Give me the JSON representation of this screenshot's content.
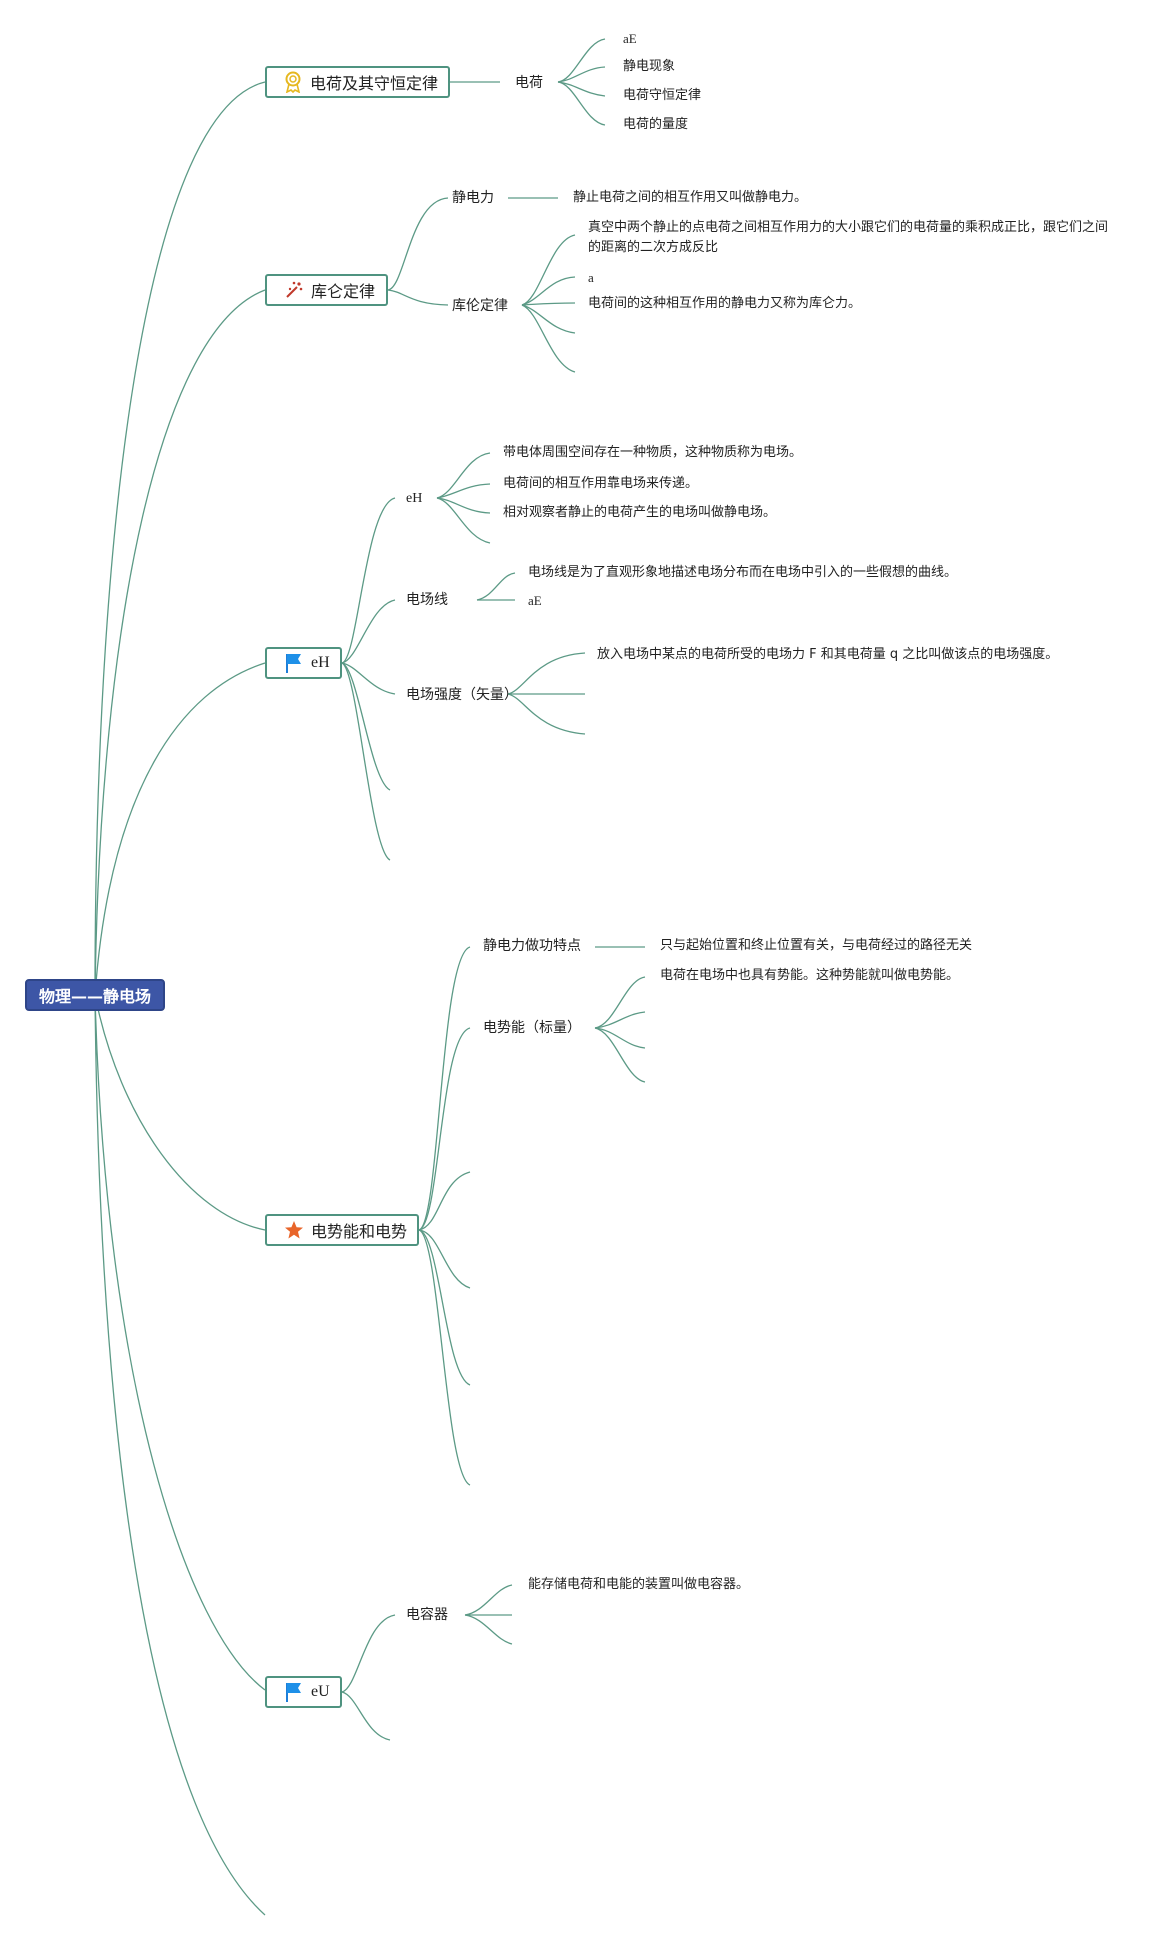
{
  "root": "物理——静电场",
  "t1": {
    "icon": "award-ribbon-icon",
    "label": "电荷及其守恒定律",
    "sub": "电荷",
    "leaves": [
      "aE",
      "静电现象",
      "电荷守恒定律",
      "电荷的量度"
    ]
  },
  "t2": {
    "icon": "sparkle-wand-icon",
    "label": "库仑定律",
    "s1": "静电力",
    "s1_leaf": "静止电荷之间的相互作用又叫做静电力。",
    "s2": "库伦定律",
    "s2_leaf1": "真空中两个静止的点电荷之间相互作用力的大小跟它们的电荷量的乘积成正比，跟它们之间的距离的二次方成反比",
    "s2_leaf2": "a",
    "s2_leaf3": "电荷间的这种相互作用的静电力又称为库仑力。"
  },
  "t3": {
    "icon": "blue-flag-icon",
    "label": "eH",
    "s1": "eH",
    "s1_leaves": [
      "带电体周围空间存在一种物质，这种物质称为电场。",
      "电荷间的相互作用靠电场来传递。",
      "相对观察者静止的电荷产生的电场叫做静电场。"
    ],
    "s2": "电场线",
    "s2_leaves": [
      "电场线是为了直观形象地描述电场分布而在电场中引入的一些假想的曲线。",
      "aE"
    ],
    "s3": "电场强度（矢量）",
    "s3_leaf": "放入电场中某点的电荷所受的电场力 F 和其电荷量 q 之比叫做该点的电场强度。"
  },
  "t4": {
    "icon": "orange-star-icon",
    "label": "电势能和电势",
    "s1": "静电力做功特点",
    "s1_leaf": "只与起始位置和终止位置有关，与电荷经过的路径无关",
    "s2": "电势能（标量）",
    "s2_leaf": "电荷在电场中也具有势能。这种势能就叫做电势能。"
  },
  "t5": {
    "icon": "blue-flag-icon",
    "label": "eU",
    "s1": "电容器",
    "s1_leaf": "能存储电荷和电能的装置叫做电容器。"
  },
  "colors": {
    "root_fill": "#3d56a6",
    "line": "#5c9a86",
    "topic_border": "#4f9380"
  }
}
